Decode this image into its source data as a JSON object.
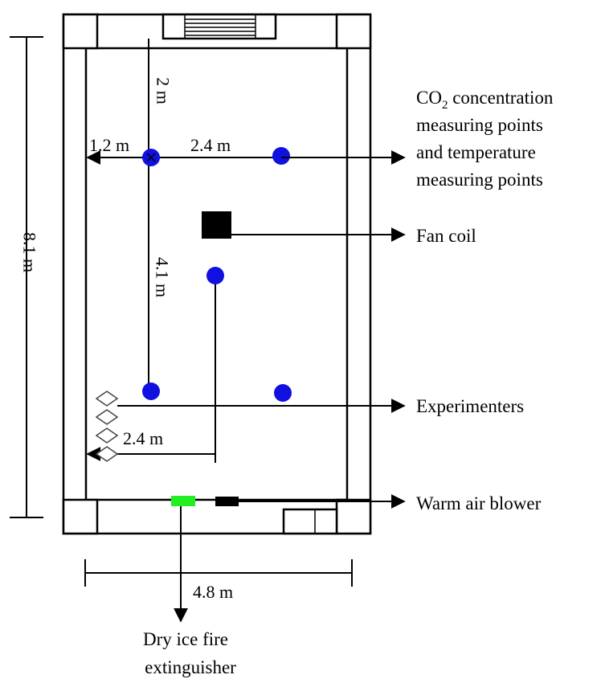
{
  "labels": {
    "co2_prefix": "CO",
    "co2_sub": "2",
    "co2_rest": " concentration",
    "co2_line2": "measuring points",
    "co2_line3": "and temperature",
    "co2_line4": "measuring points",
    "fan_coil": "Fan coil",
    "experimenters": "Experimenters",
    "warm_air_blower": "Warm air blower",
    "extinguisher_line1": "Dry ice fire",
    "extinguisher_line2": "extinguisher"
  },
  "dimensions": {
    "room_length": "8.1 m",
    "room_width": "4.8 m",
    "top_to_point": "2 m",
    "wall_to_point_upper": "1.2 m",
    "point_spacing": "2.4 m",
    "vertical_spacing": "4.1 m",
    "wall_to_point_lower": "2.4 m"
  },
  "colors": {
    "measuring_point": "#1010e0",
    "fan_coil": "#000000",
    "warm_air_blower": "#000000",
    "fire_extinguisher": "#22ee22",
    "experimenter_outline": "#444444"
  }
}
